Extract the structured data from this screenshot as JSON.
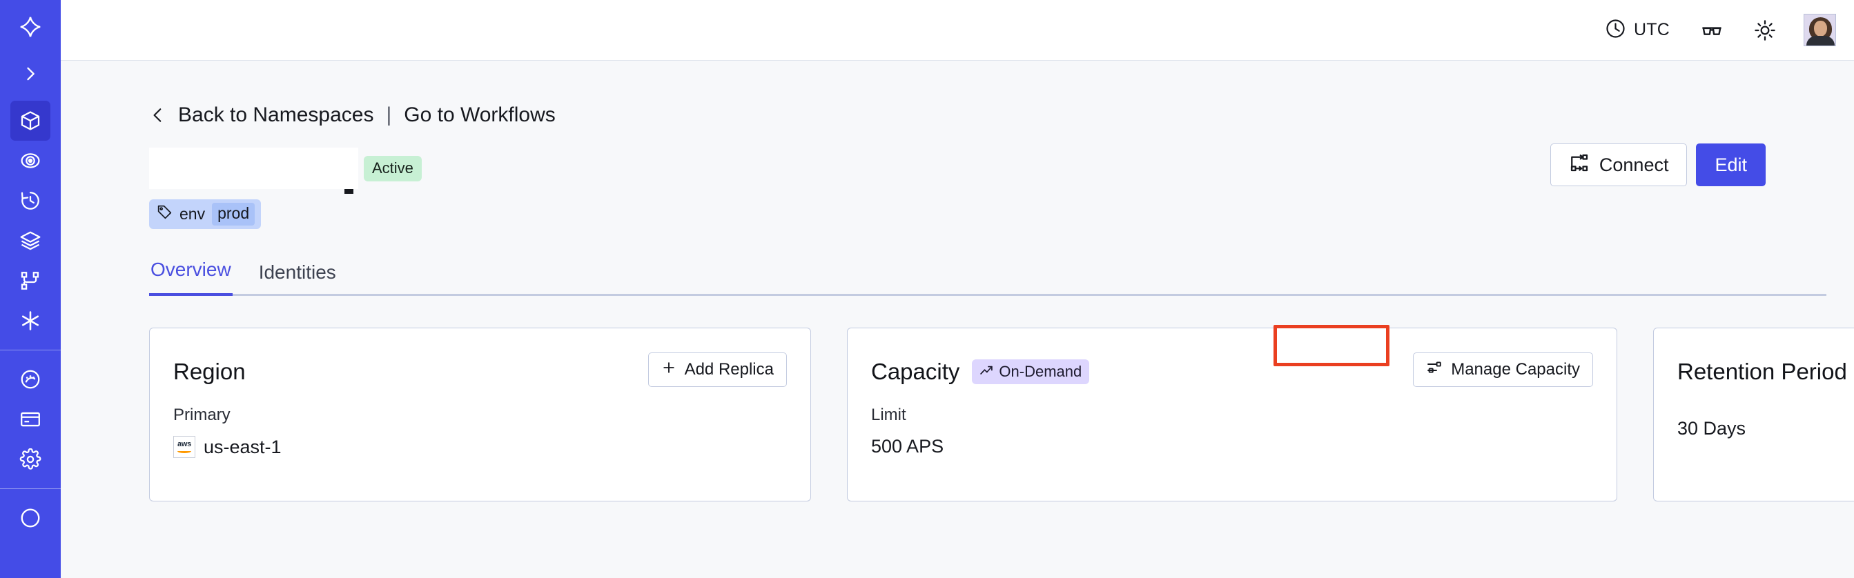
{
  "sidebar": {
    "items": [
      {
        "name": "temporal-logo-icon",
        "label": "Temporal",
        "active": false
      },
      {
        "name": "expand-sidebar-icon",
        "label": "Expand",
        "active": false
      },
      {
        "name": "namespaces-cube-icon",
        "label": "Namespaces",
        "active": true
      },
      {
        "name": "observability-icon",
        "label": "Observability",
        "active": false
      },
      {
        "name": "history-clock-icon",
        "label": "History",
        "active": false
      },
      {
        "name": "layers-icon",
        "label": "Layers",
        "active": false
      },
      {
        "name": "workflow-branch-icon",
        "label": "Workflows",
        "active": false
      },
      {
        "name": "asterisk-icon",
        "label": "Nexus",
        "active": false
      },
      {
        "name": "usage-gauge-icon",
        "label": "Usage",
        "active": false
      },
      {
        "name": "billing-card-icon",
        "label": "Billing",
        "active": false
      },
      {
        "name": "settings-gear-icon",
        "label": "Settings",
        "active": false
      },
      {
        "name": "help-icon",
        "label": "Help",
        "active": false
      }
    ]
  },
  "topbar": {
    "timezone": "UTC",
    "clock_icon": "clock-icon",
    "glasses_icon": "glasses-icon",
    "theme_icon": "sun-icon",
    "avatar_name": "user-avatar"
  },
  "breadcrumb": {
    "back_label": "Back to Namespaces",
    "separator": "|",
    "forward_label": "Go to Workflows"
  },
  "header": {
    "namespace_title": "",
    "status_badge": "Active",
    "connect_label": "Connect",
    "edit_label": "Edit",
    "tag_key": "env",
    "tag_value": "prod"
  },
  "tabs": [
    {
      "label": "Overview",
      "active": true
    },
    {
      "label": "Identities",
      "active": false
    }
  ],
  "cards": {
    "region": {
      "title": "Region",
      "action_label": "Add Replica",
      "action_icon": "plus-icon",
      "sublabel": "Primary",
      "provider_icon": "aws-logo",
      "value": "us-east-1"
    },
    "capacity": {
      "title": "Capacity",
      "badge_label": "On-Demand",
      "badge_icon": "trending-up-icon",
      "action_label": "Manage Capacity",
      "action_icon": "sliders-icon",
      "sublabel": "Limit",
      "value": "500 APS",
      "annotated": true
    },
    "retention": {
      "title": "Retention Period",
      "value": "30 Days"
    }
  },
  "colors": {
    "brand": "#444ce7",
    "sidebar_active": "#3538cd",
    "tab_active": "#4a4fe0",
    "status_active_bg": "#c7f0d4",
    "ondemand_bg": "#ddd6fe",
    "tag_bg": "#c3d4fb",
    "annotation": "#ea3f20",
    "page_bg": "#f7f8fa",
    "card_border": "#c3cbe0"
  }
}
